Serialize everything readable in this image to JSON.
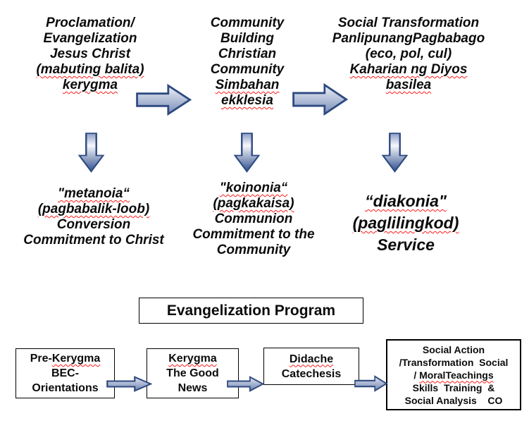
{
  "top_row": [
    {
      "id": "proclamation",
      "lines": [
        {
          "t": "Proclamation/"
        },
        {
          "t": "Evangelization"
        },
        {
          "t": "Jesus Christ"
        },
        {
          "t": "(mabuting balita)",
          "u": true
        },
        {
          "t": "kerygma",
          "u": true
        }
      ]
    },
    {
      "id": "community-building",
      "lines": [
        {
          "t": "Community"
        },
        {
          "t": "Building"
        },
        {
          "t": "Christian"
        },
        {
          "t": "Community"
        },
        {
          "t": "Simbahan",
          "u": true
        },
        {
          "t": "ekklesia",
          "u": true
        }
      ]
    },
    {
      "id": "social-transformation",
      "lines": [
        {
          "t": "Social Transformation"
        },
        {
          "t": "PanlipunangPagbabago"
        },
        {
          "t": "(eco, pol, cul)"
        },
        {
          "t": "Kaharian ng Diyos",
          "u": true
        },
        {
          "t": "basilea",
          "u": true
        }
      ]
    }
  ],
  "response_row": [
    {
      "id": "metanoia",
      "lines": [
        {
          "t": "\"metanoia“",
          "u": true
        },
        {
          "t": "(pagbabalik-loob)",
          "u": true
        },
        {
          "t": "Conversion"
        },
        {
          "t": "Commitment to Christ"
        }
      ]
    },
    {
      "id": "koinonia",
      "lines": [
        {
          "t": "\"koinonia“",
          "u": true
        },
        {
          "t": "(pagkakaisa)",
          "u": true
        },
        {
          "t": "Communion"
        },
        {
          "t": "Commitment to the"
        },
        {
          "t": "Community"
        }
      ]
    },
    {
      "id": "diakonia",
      "lines": [
        {
          "t": "“diakonia\"",
          "u": true
        },
        {
          "t": "(paglilingkod)",
          "u": true
        },
        {
          "t": "Service"
        }
      ]
    }
  ],
  "program": {
    "title": "Evangelization Program"
  },
  "program_steps": [
    {
      "id": "pre-kerygma",
      "lines": [
        {
          "parts": [
            {
              "t": "Pre-"
            },
            {
              "t": "Kerygma",
              "u": true
            }
          ]
        },
        {
          "t": "BEC-"
        },
        {
          "t": "Orientations"
        }
      ]
    },
    {
      "id": "kerygma",
      "lines": [
        {
          "t": "Kerygma",
          "u": true
        },
        {
          "t": "The Good"
        },
        {
          "t": "News"
        }
      ]
    },
    {
      "id": "didache",
      "lines": [
        {
          "t": "Didache",
          "u": true
        },
        {
          "t": "Catechesis"
        }
      ]
    },
    {
      "id": "social-action",
      "lines": [
        {
          "t": "Social Action"
        },
        {
          "t": "/Transformation  Social"
        },
        {
          "parts": [
            {
              "t": "/ "
            },
            {
              "t": "MoralTeachings",
              "u": true
            }
          ]
        },
        {
          "t": "Skills  Training  &"
        },
        {
          "t": "Social Analysis    CO"
        }
      ]
    }
  ],
  "icons": {
    "right_arrow": "right-arrow-icon",
    "down_arrow": "down-arrow-icon"
  },
  "colors": {
    "text": "#0b0b0b",
    "box_border": "#000000",
    "squiggle": "#ff1a1a",
    "arrow_border": "#2e4a80",
    "arrow_gradient_light": "#eff1f8",
    "arrow_gradient_dark": "#7a8db8",
    "down_arrow_head": "#31508e"
  }
}
